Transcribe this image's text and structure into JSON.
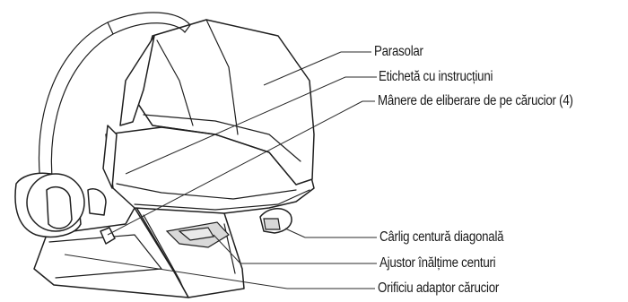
{
  "callouts": [
    {
      "id": "parasolar",
      "text": "Parasolar"
    },
    {
      "id": "eticheta",
      "text": "Etichetă cu instrucțiuni"
    },
    {
      "id": "manere",
      "text": "Mânere de eliberare de pe cărucior  (4)"
    },
    {
      "id": "carlig",
      "text": "Cârlig centură diagonală"
    },
    {
      "id": "ajustor",
      "text": "Ajustor înălțime centuri"
    },
    {
      "id": "orificiu",
      "text": "Orificiu adaptor cărucior"
    }
  ]
}
